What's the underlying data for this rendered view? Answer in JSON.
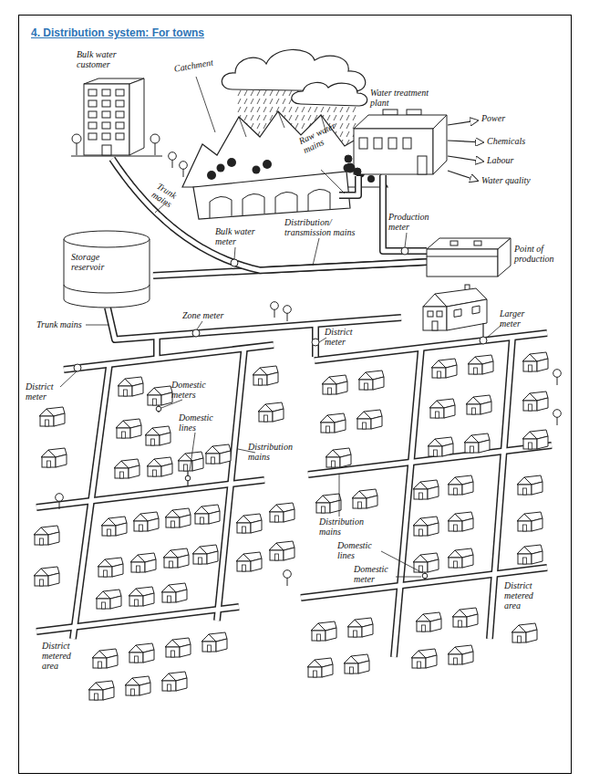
{
  "diagram": {
    "title": "4. Distribution system: For towns",
    "nodes": [
      {
        "text": [
          "Bulk water customer"
        ]
      },
      {
        "text": [
          "Water treatment plant"
        ]
      },
      {
        "text": [
          "Point of production"
        ]
      },
      {
        "text": [
          "Storage reservoir"
        ]
      }
    ],
    "edges": [
      {
        "from": 1,
        "to": 2,
        "arrow": "none"
      },
      {
        "from": 2,
        "to": 3,
        "arrow": "none"
      },
      {
        "from": 2,
        "to": 0,
        "arrow": "none"
      }
    ],
    "labels": [
      "Catchment",
      "Raw water mains",
      "Power",
      "Chemicals",
      "Labour",
      "Water quality",
      "Trunk mains",
      "Bulk water meter",
      "Distribution/ transmission mains",
      "Production meter",
      "Zone meter",
      "District meter",
      "Trunk mains",
      "Larger meter",
      "District meter",
      "Domestic meters",
      "Domestic lines",
      "Distribution mains",
      "District metered area",
      "Distribution mains",
      "Domestic lines",
      "Domestic meter",
      "District metered area"
    ]
  }
}
